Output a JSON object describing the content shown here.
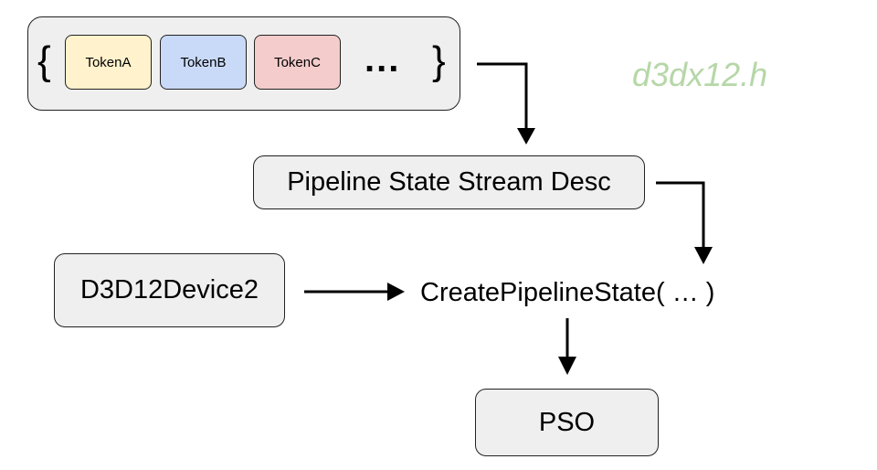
{
  "token_stream": {
    "brace_open": "{",
    "brace_close": "}",
    "tokens": [
      {
        "label": "TokenA",
        "color": "#fff2cc"
      },
      {
        "label": "TokenB",
        "color": "#c9daf8"
      },
      {
        "label": "TokenC",
        "color": "#f4cccc"
      }
    ],
    "ellipsis": "..."
  },
  "header_file": "d3dx12.h",
  "header_color": "#b6d7a8",
  "pipeline_state_stream_desc": "Pipeline State Stream Desc",
  "device": "D3D12Device2",
  "create_call": "CreatePipelineState( … )",
  "pso": "PSO"
}
